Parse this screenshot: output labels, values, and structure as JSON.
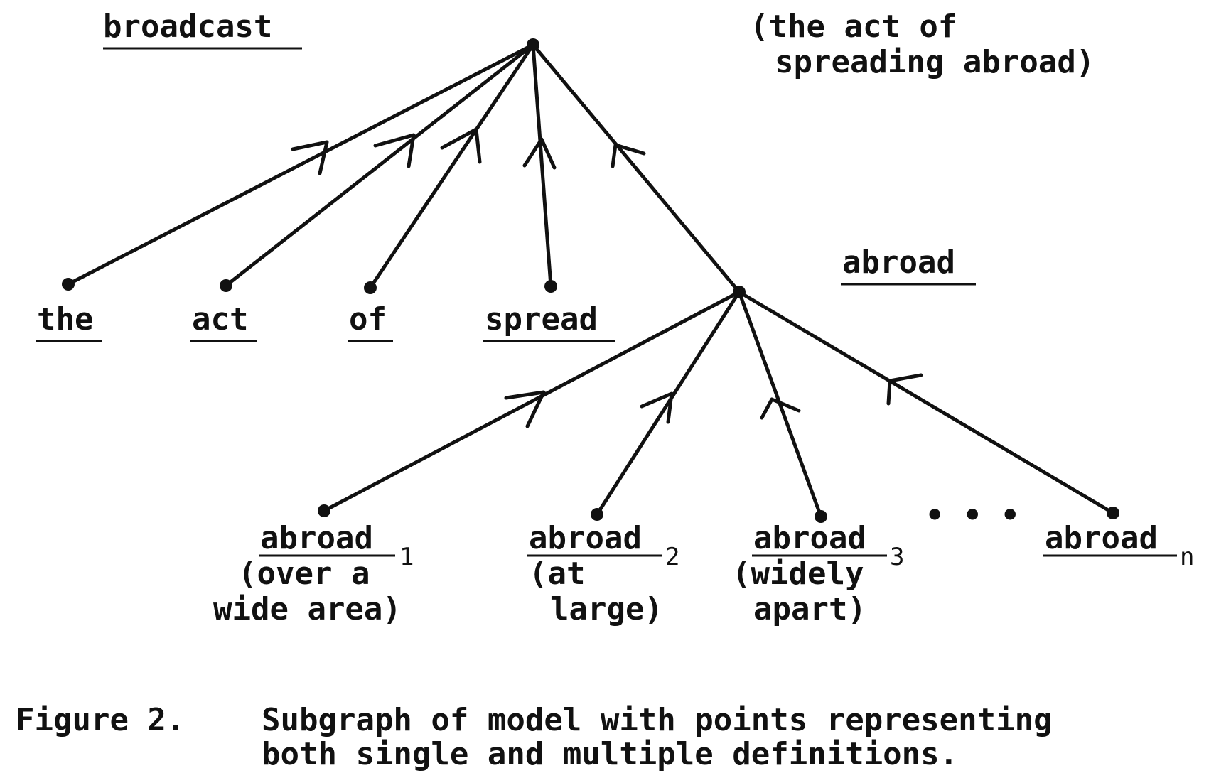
{
  "diagram": {
    "root": {
      "word": "broadcast",
      "definition_line1": "(the act of",
      "definition_line2": "spreading abroad)"
    },
    "definition_words": [
      "the",
      "act",
      "of",
      "spread"
    ],
    "sense_head": "abroad",
    "senses": [
      {
        "word": "abroad",
        "index": "1",
        "line1": "(over a",
        "line2": "wide area)"
      },
      {
        "word": "abroad",
        "index": "2",
        "line1": "(at",
        "line2": "large)"
      },
      {
        "word": "abroad",
        "index": "3",
        "line1": "(widely",
        "line2": "apart)"
      },
      {
        "word": "abroad",
        "index": "n",
        "line1": "",
        "line2": ""
      }
    ],
    "ellipsis": "• • •"
  },
  "caption": {
    "label": "Figure 2.",
    "line1": "Subgraph of model with points representing",
    "line2": "both single and multiple definitions."
  }
}
